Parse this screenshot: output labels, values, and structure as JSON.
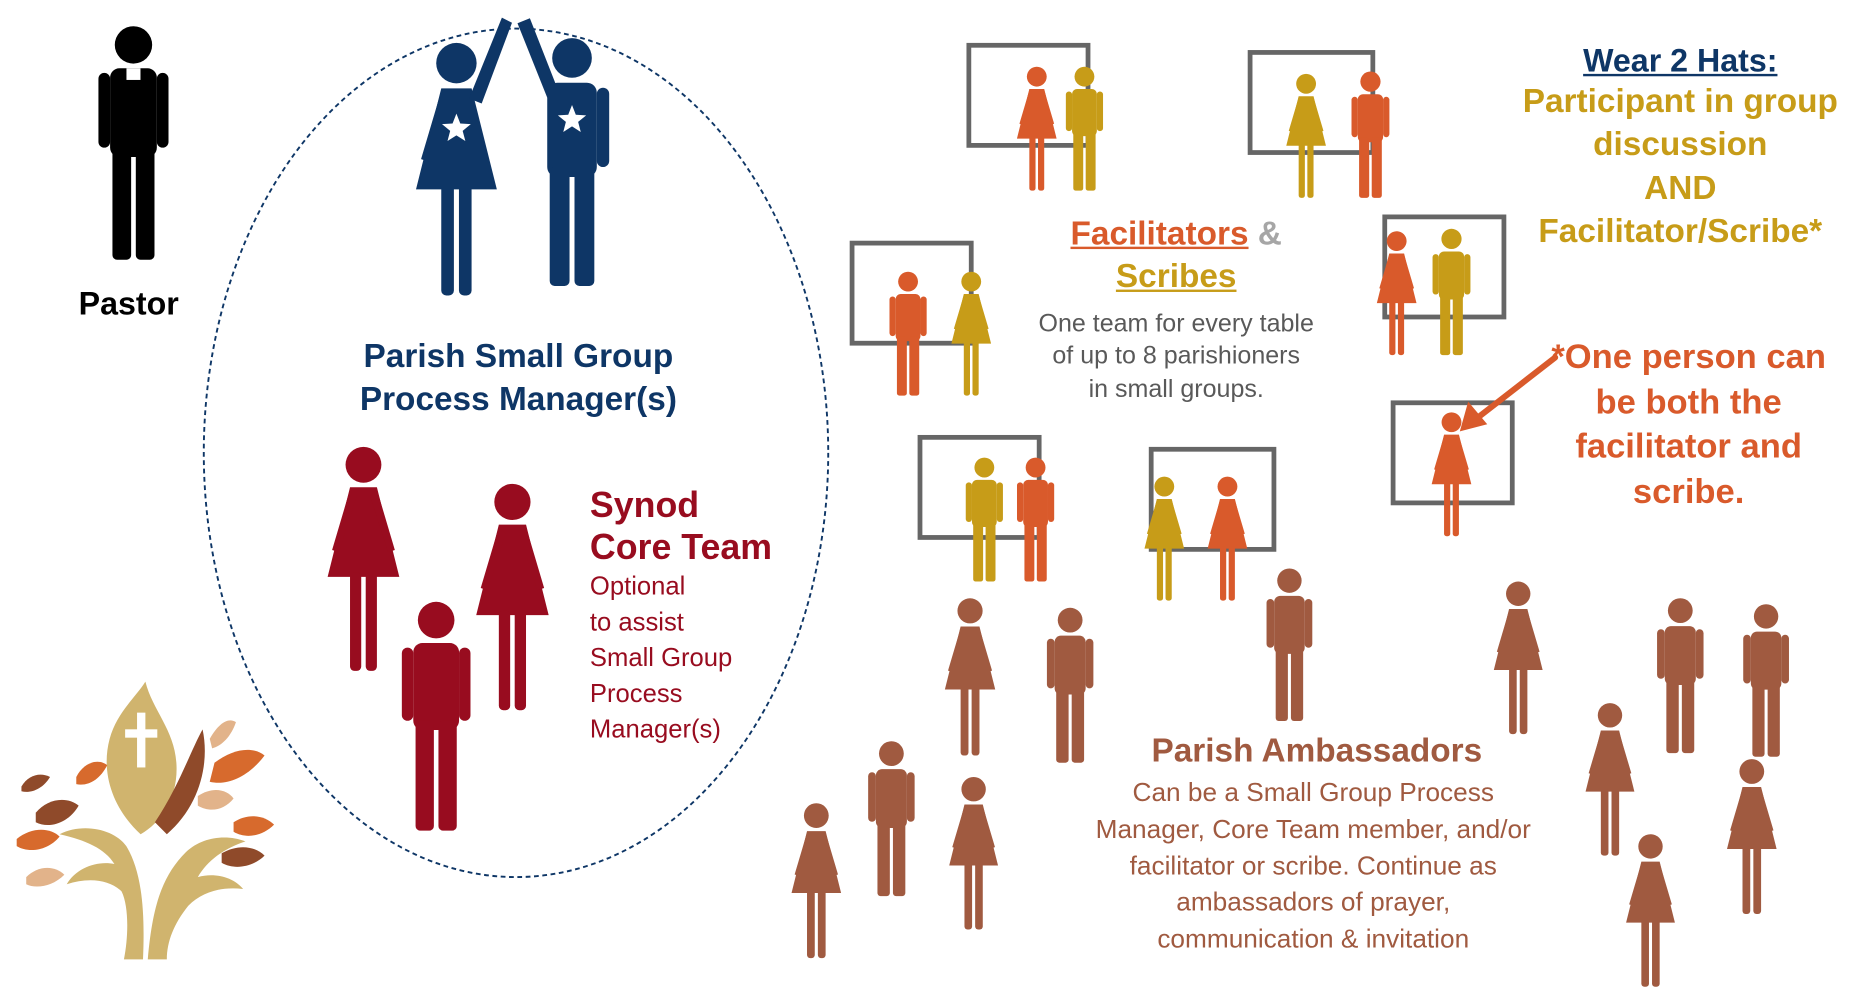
{
  "colors": {
    "pastor": "#000000",
    "manager": "#0e3666",
    "core": "#980c1f",
    "facilitator": "#d95a2b",
    "scribe": "#c79c18",
    "ambassador": "#a05a40",
    "frame": "#666666",
    "note_hats_title": "#0e3666",
    "note_hats_body": "#c79c18",
    "note_one_person": "#d95a2b",
    "facilitator_desc": "#595959",
    "ambassador_title": "#a05a40",
    "ambassador_desc": "#a05a40",
    "logo_gold": "#d0b46e",
    "logo_orange": "#d76a2d",
    "logo_brown": "#8f4a2a",
    "logo_tan": "#e2b38a"
  },
  "pastor": {
    "label": "Pastor"
  },
  "managers": {
    "label_line1": "Parish Small Group",
    "label_line2": "Process Manager(s)"
  },
  "core_team": {
    "title_line1": "Synod",
    "title_line2": "Core Team",
    "desc_lines": [
      "Optional",
      "to assist",
      "Small Group",
      "Process",
      "Manager(s)"
    ]
  },
  "facilitators": {
    "title_part1": "Facilitators",
    "title_amp": "&",
    "title_part2": "Scribes",
    "desc_lines": [
      "One team for every table",
      "of up to 8 parishioners",
      "in small groups."
    ]
  },
  "hats_note": {
    "title": "Wear 2 Hats:",
    "lines": [
      "Participant in group",
      "discussion",
      "AND",
      "Facilitator/Scribe*"
    ]
  },
  "one_person_note": {
    "lines": [
      "*One person can",
      "be both the",
      "facilitator and",
      "scribe."
    ]
  },
  "ambassadors": {
    "title": "Parish Ambassadors",
    "desc_lines": [
      "Can be a Small Group Process",
      "Manager, Core Team member, and/or",
      "facilitator or scribe.  Continue as",
      "ambassadors of prayer,",
      "communication & invitation"
    ]
  },
  "logo": {
    "icon": "tree-cross-logo-icon"
  }
}
